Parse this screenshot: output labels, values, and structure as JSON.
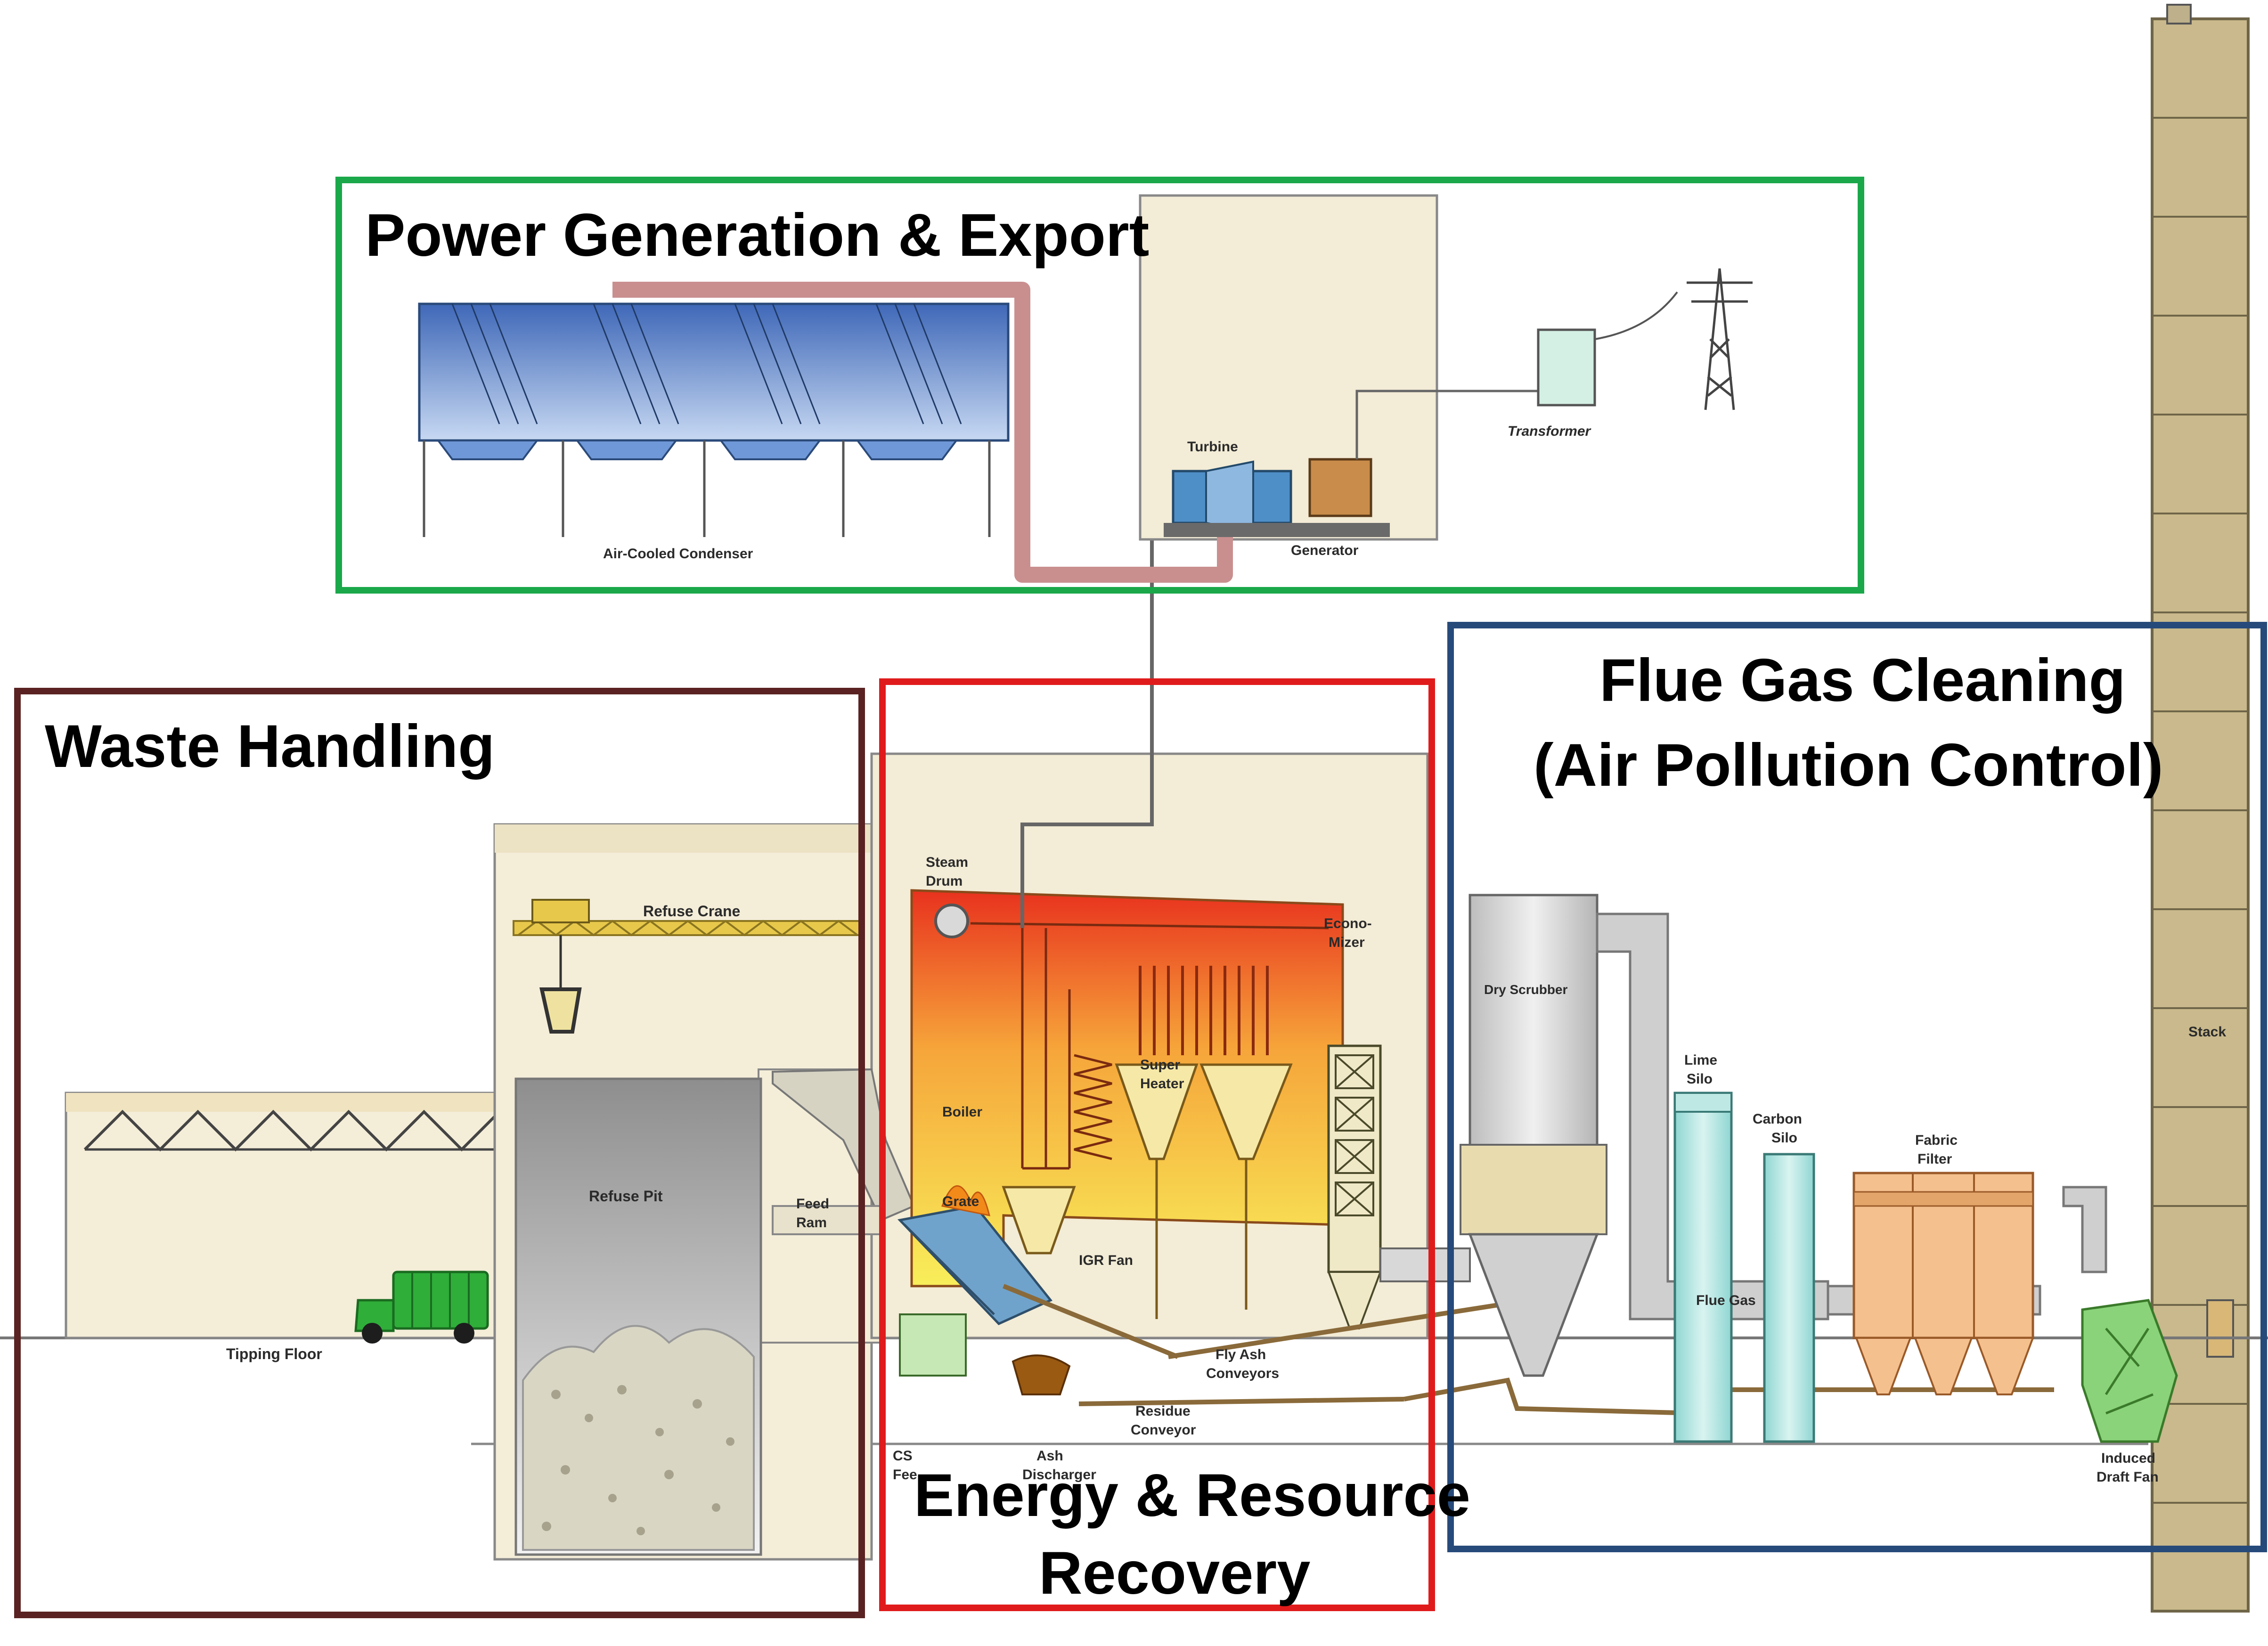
{
  "regions": {
    "power": {
      "title": "Power Generation & Export",
      "color": "#1aa84a"
    },
    "waste": {
      "title": "Waste Handling",
      "color": "#5a2222"
    },
    "energy": {
      "title_line1": "Energy & Resource",
      "title_line2": "Recovery",
      "color": "#e01b1b"
    },
    "flue": {
      "title_line1": "Flue Gas Cleaning",
      "title_line2": "(Air Pollution Control)",
      "color": "#264a7a"
    }
  },
  "components": {
    "air_cooled_condenser": "Air-Cooled Condenser",
    "turbine": "Turbine",
    "generator": "Generator",
    "transformer": "Transformer",
    "refuse_crane": "Refuse Crane",
    "refuse_pit": "Refuse Pit",
    "tipping_floor": "Tipping Floor",
    "feed_ram_1": "Feed",
    "feed_ram_2": "Ram",
    "steam_drum_1": "Steam",
    "steam_drum_2": "Drum",
    "boiler": "Boiler",
    "grate": "Grate",
    "super_heater_1": "Super",
    "super_heater_2": "Heater",
    "economizer_1": "Econo-",
    "economizer_2": "Mizer",
    "igr_fan": "IGR Fan",
    "fly_ash_conveyors_1": "Fly Ash",
    "fly_ash_conveyors_2": "Conveyors",
    "residue_conveyor_1": "Residue",
    "residue_conveyor_2": "Conveyor",
    "ash_discharger_1": "Ash",
    "ash_discharger_2": "Discharger",
    "cs_feed_1": "CS",
    "cs_feed_2": "Fee",
    "dry_scrubber": "Dry Scrubber",
    "lime_silo_1": "Lime",
    "lime_silo_2": "Silo",
    "carbon_silo_1": "Carbon",
    "carbon_silo_2": "Silo",
    "fabric_filter_1": "Fabric",
    "fabric_filter_2": "Filter",
    "flue_gas": "Flue Gas",
    "induced_draft_fan_1": "Induced",
    "induced_draft_fan_2": "Draft Fan",
    "stack": "Stack"
  }
}
